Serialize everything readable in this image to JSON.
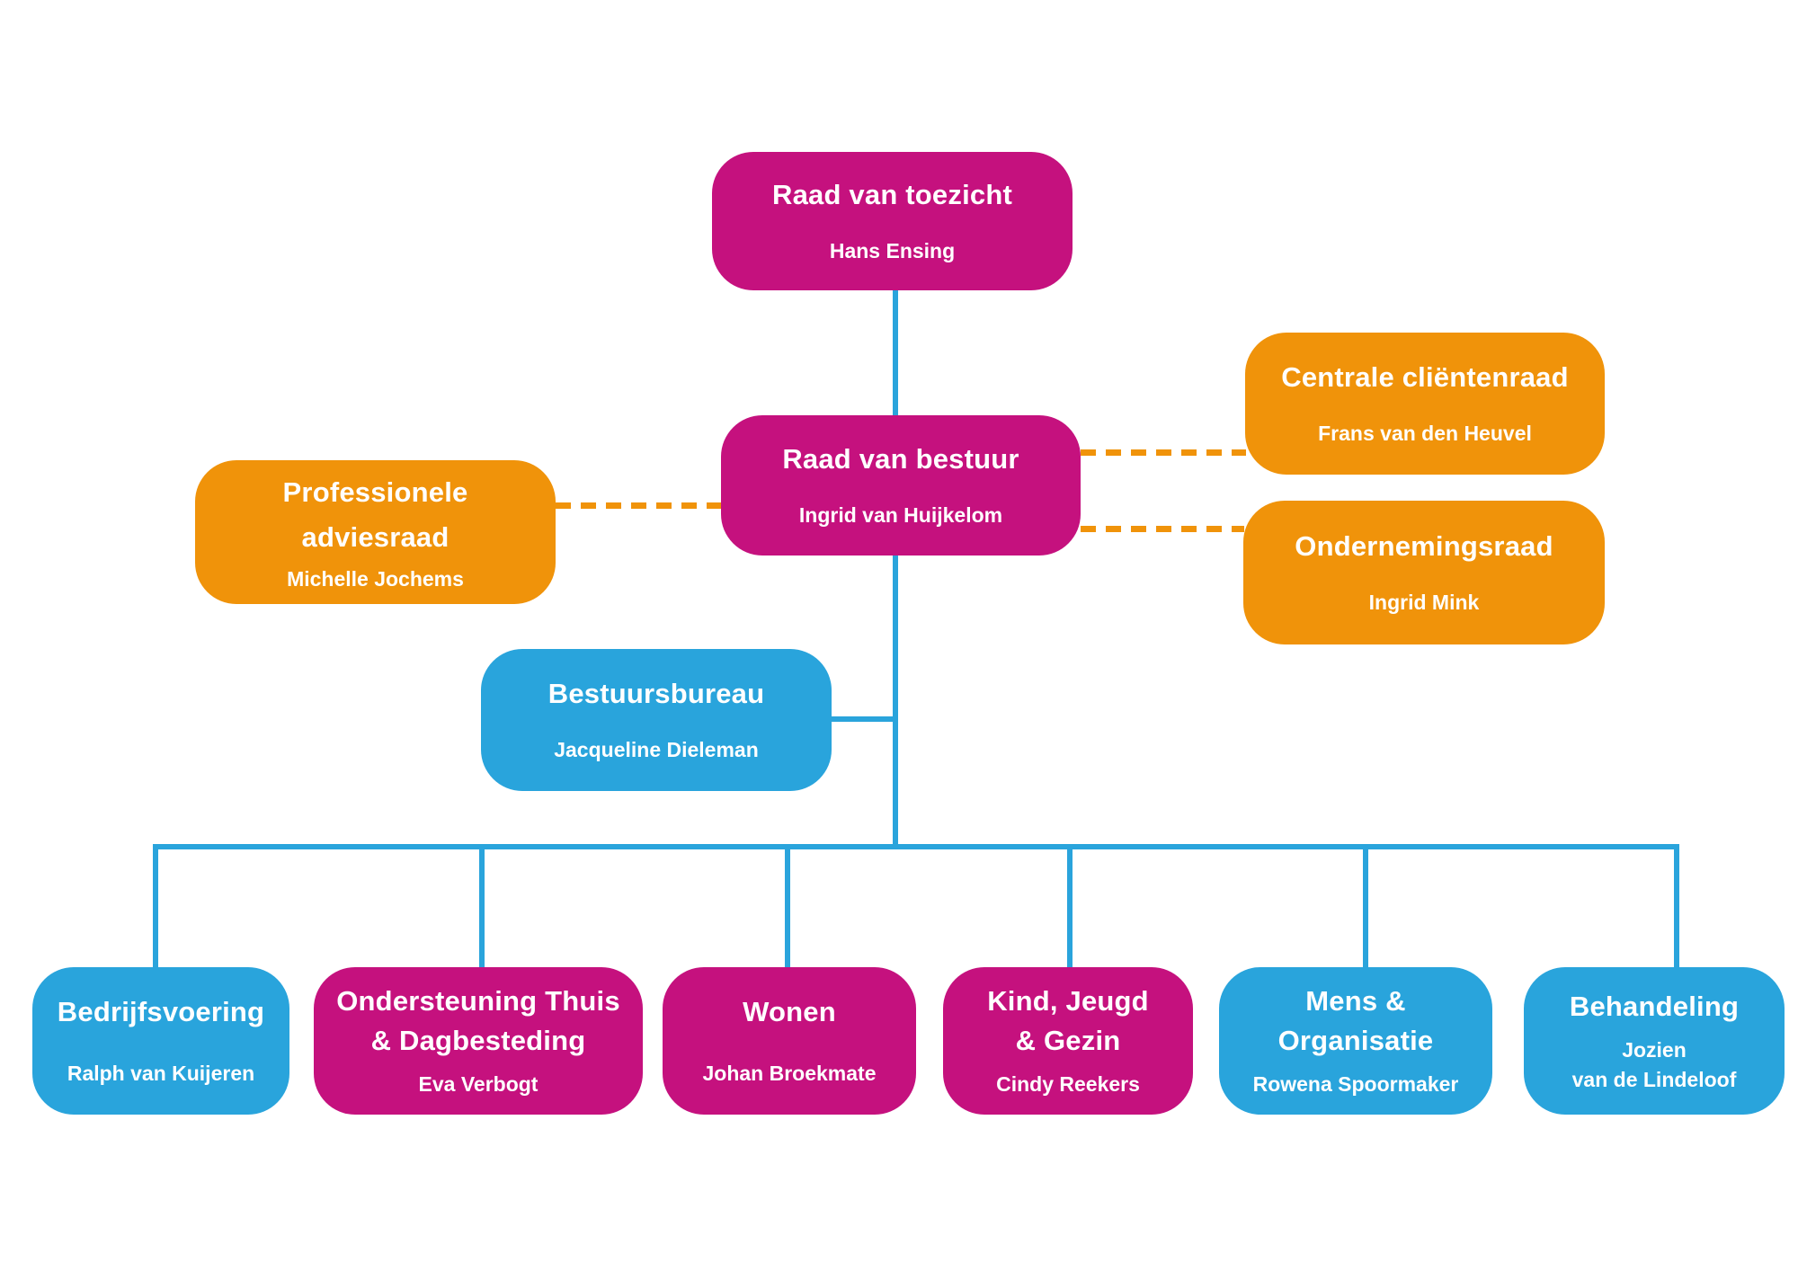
{
  "theme": {
    "magenta": "#C5117E",
    "orange": "#F0930A",
    "blue": "#29A4DC",
    "line_blue": "#2AA4DC",
    "background": "#FFFFFF",
    "text": "#FFFFFF"
  },
  "nodes": {
    "raad_van_toezicht": {
      "title": "Raad van toezicht",
      "name": "Hans Ensing"
    },
    "raad_van_bestuur": {
      "title": "Raad van bestuur",
      "name": "Ingrid van Huijkelom"
    },
    "professionele_adviesraad": {
      "title": "Professionele\nadviesraad",
      "name": "Michelle Jochems"
    },
    "centrale_clientenraad": {
      "title": "Centrale cliëntenraad",
      "name": "Frans van den Heuvel"
    },
    "ondernemingsraad": {
      "title": "Ondernemingsraad",
      "name": "Ingrid Mink"
    },
    "bestuursbureau": {
      "title": "Bestuursbureau",
      "name": "Jacqueline Dieleman"
    },
    "bedrijfsvoering": {
      "title": "Bedrijfsvoering",
      "name": "Ralph van Kuijeren"
    },
    "ondersteuning_thuis": {
      "title": "Ondersteuning Thuis\n& Dagbesteding",
      "name": "Eva Verbogt"
    },
    "wonen": {
      "title": "Wonen",
      "name": "Johan Broekmate"
    },
    "kind_jeugd_gezin": {
      "title": "Kind, Jeugd\n& Gezin",
      "name": "Cindy Reekers"
    },
    "mens_organisatie": {
      "title": "Mens &\nOrganisatie",
      "name": "Rowena Spoormaker"
    },
    "behandeling": {
      "title": "Behandeling",
      "name": "Jozien\nvan de Lindeloof"
    }
  }
}
